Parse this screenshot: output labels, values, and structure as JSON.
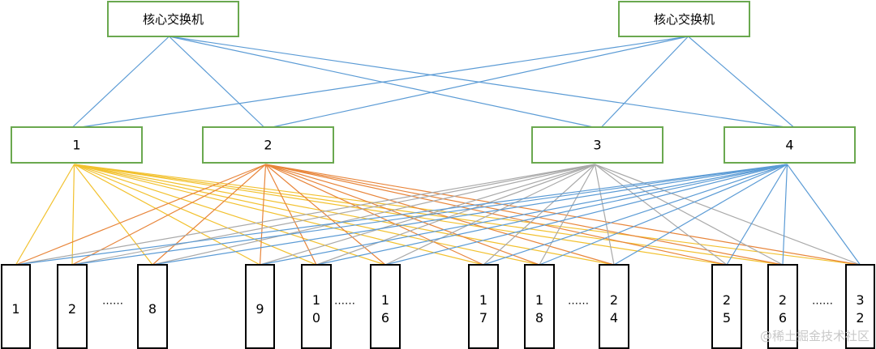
{
  "core_switches": [
    {
      "id": "core-a",
      "label": "核心交换机"
    },
    {
      "id": "core-b",
      "label": "核心交换机"
    }
  ],
  "agg_switches": [
    {
      "id": "agg-1",
      "label": "1",
      "color": "#F2C12E"
    },
    {
      "id": "agg-2",
      "label": "2",
      "color": "#E8853A"
    },
    {
      "id": "agg-3",
      "label": "3",
      "color": "#A9A9A9"
    },
    {
      "id": "agg-4",
      "label": "4",
      "color": "#5B9BD5"
    }
  ],
  "servers": [
    {
      "id": "s1",
      "label": "1"
    },
    {
      "id": "s2",
      "label": "2"
    },
    {
      "id": "s8",
      "label": "8"
    },
    {
      "id": "s9",
      "label": "9"
    },
    {
      "id": "s10",
      "label": "1\n0"
    },
    {
      "id": "s16",
      "label": "1\n6"
    },
    {
      "id": "s17",
      "label": "1\n7"
    },
    {
      "id": "s18",
      "label": "1\n8"
    },
    {
      "id": "s24",
      "label": "2\n4"
    },
    {
      "id": "s25",
      "label": "2\n5"
    },
    {
      "id": "s26",
      "label": "2\n6"
    },
    {
      "id": "s32",
      "label": "3\n2"
    }
  ],
  "ellipses": [
    "……",
    "……",
    "……",
    "……"
  ],
  "colors": {
    "box_border_green": "#6AA84F",
    "server_border": "#000000",
    "core_link": "#5B9BD5"
  },
  "watermark": "@稀土掘金技术社区"
}
